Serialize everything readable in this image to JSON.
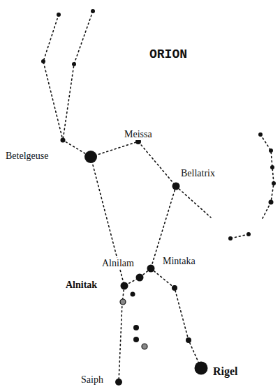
{
  "diagram": {
    "title": "ORION",
    "labels": [
      "Meissa",
      "Betelgeuse",
      "Bellatrix",
      "Alnilam",
      "Mintaka",
      "Alnitak",
      "Saiph",
      "Rigel"
    ]
  }
}
